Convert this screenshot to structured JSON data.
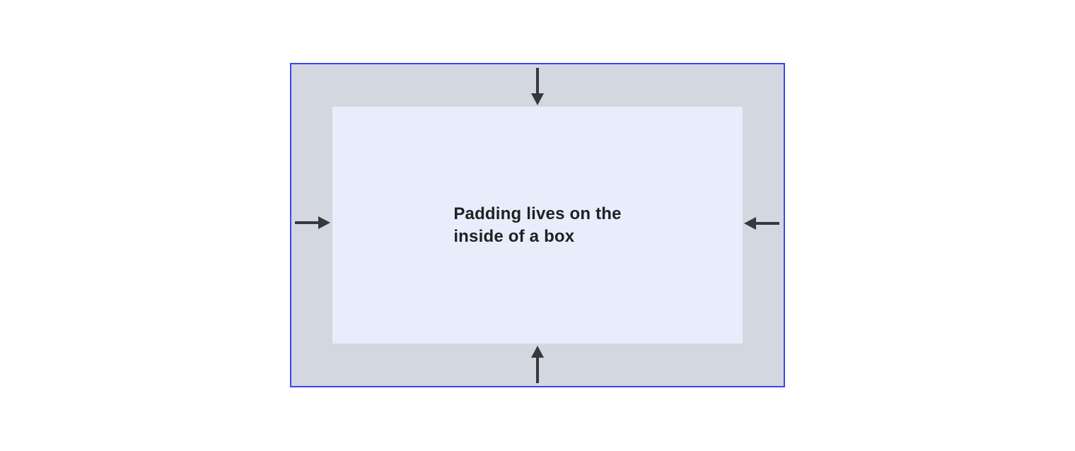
{
  "diagram": {
    "name": "padding-box-model-diagram",
    "colors": {
      "canvas": "#ffffff",
      "border": "#3b44f0",
      "outer_bg": "#d3d7e0",
      "inner_bg": "#e8edfb",
      "arrow": "#36383d",
      "text": "#202124"
    },
    "inner_box": {
      "label_lines": [
        "Padding lives on the",
        "inside of a box"
      ],
      "label_full": "Padding lives on the inside of a box"
    },
    "arrows": [
      {
        "name": "arrow-down-icon",
        "direction": "down",
        "edge": "top"
      },
      {
        "name": "arrow-up-icon",
        "direction": "up",
        "edge": "bottom"
      },
      {
        "name": "arrow-right-icon",
        "direction": "right",
        "edge": "left"
      },
      {
        "name": "arrow-left-icon",
        "direction": "left",
        "edge": "right"
      }
    ]
  }
}
